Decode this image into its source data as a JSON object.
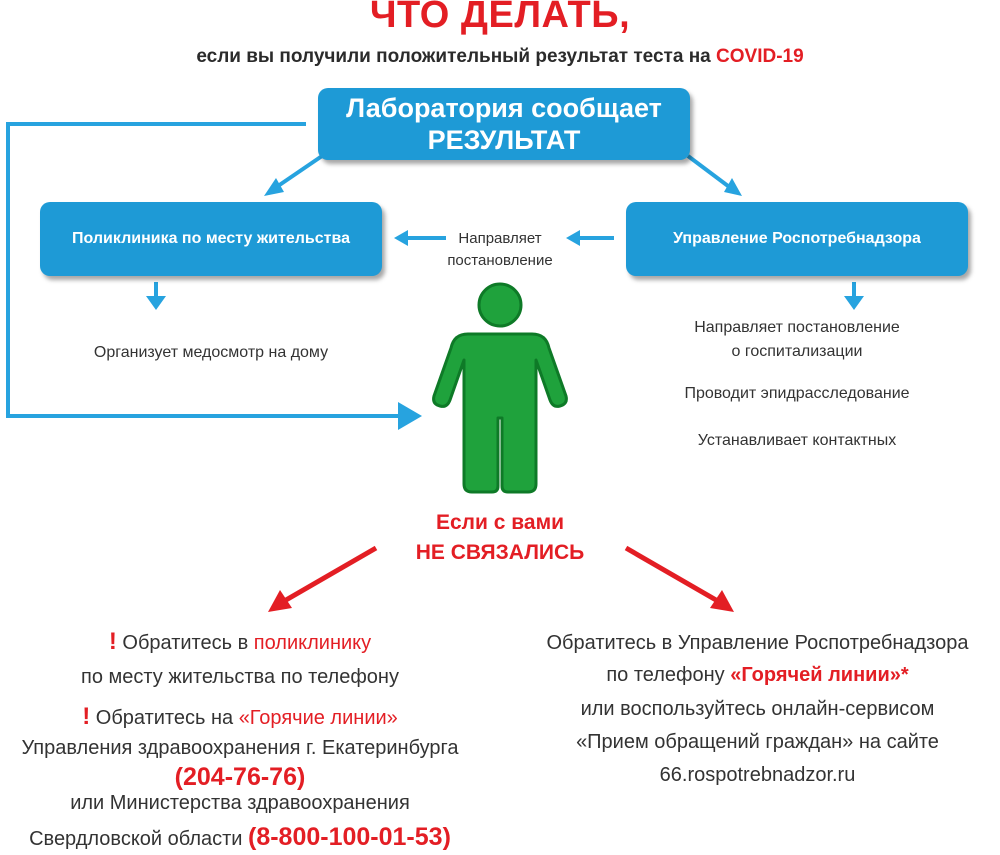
{
  "header": {
    "title": "ЧТО ДЕЛАТЬ,",
    "subtitle_prefix": "если вы получили положительный результат теста на ",
    "subtitle_highlight": "COVID-19"
  },
  "lab_box": {
    "line1": "Лаборатория сообщает",
    "line2": "РЕЗУЛЬТАТ"
  },
  "clinic_box": {
    "label": "Поликлиника по месту жительства"
  },
  "rpn_box": {
    "label": "Управление Роспотребнадзора"
  },
  "directs": {
    "line1": "Направляет",
    "line2": "постановление"
  },
  "clinic_action": "Организует медосмотр на дому",
  "rpn_actions": {
    "a1_line1": "Направляет постановление",
    "a1_line2": "о госпитализации",
    "a2": "Проводит эпидрасследование",
    "a3": "Устанавливает контактных"
  },
  "not_contacted": {
    "line1": "Если с вами",
    "line2": "НЕ СВЯЗАЛИСЬ"
  },
  "left_block": {
    "excl": "!",
    "l1_prefix": " Обратитесь в ",
    "l1_highlight": "поликлинику",
    "l2": "по месту жительства по телефону",
    "l3_prefix": " Обратитесь на ",
    "l3_highlight": "«Горячие линии»",
    "l4": "Управления здравоохранения г. Екатеринбурга",
    "phone1": "(204-76-76)",
    "l5": "или Министерства здравоохранения",
    "l6_prefix": "Свердловской области ",
    "phone2": "(8-800-100-01-53)"
  },
  "right_block": {
    "r1": "Обратитесь в Управление Роспотребнадзора",
    "r2_prefix": "по телефону ",
    "r2_highlight": "«Горячей линии»*",
    "r3": "или воспользуйтесь онлайн-сервисом",
    "r4": "«Прием обращений граждан» на сайте",
    "r5": "66.rospotrebnadzor.ru"
  },
  "colors": {
    "accent_red": "#e31e24",
    "box_blue": "#1e9ad6",
    "arrow_blue": "#27a3df",
    "person_green": "#1fa23c",
    "person_outline": "#0e7a27"
  }
}
